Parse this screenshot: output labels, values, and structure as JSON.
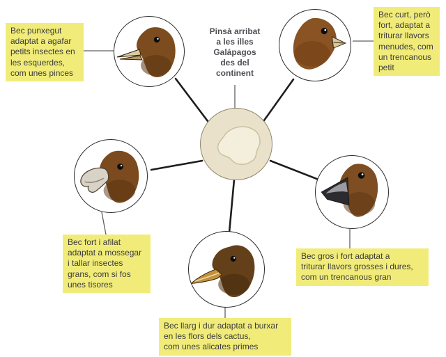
{
  "center": {
    "caption": "Pinsà arribat\na les illes\nGalápagos\ndes del\ncontinent"
  },
  "labels": [
    {
      "id": "bec-punxegut",
      "text": "Bec punxegut\nadaptat a agafar\npetits insectes en\nles esquerdes,\ncom unes pinces"
    },
    {
      "id": "bec-curt",
      "text": "Bec curt, però\nfort, adaptat a\ntriturar llavors\nmenudes, com\nun trencanous\npetit"
    },
    {
      "id": "bec-fort-afilat",
      "text": "Bec fort i afilat\nadaptat a mossegar\ni tallar insectes\ngrans, com si fos\nunes tisores"
    },
    {
      "id": "bec-gros",
      "text": "Bec gros i fort adaptat a\ntriturar llavors grosses i dures,\ncom un trencanous gran"
    },
    {
      "id": "bec-llarg",
      "text": "Bec llarg i dur adaptat a burxar\nen les flors dels cactus,\ncom unes alicates primes"
    }
  ],
  "nodes": [
    {
      "id": "ancestor",
      "icon": "ancestor-finch-silhouette-icon"
    },
    {
      "id": "pointed-beak",
      "icon": "finch-pointed-beak-icon"
    },
    {
      "id": "short-beak",
      "icon": "finch-short-beak-icon"
    },
    {
      "id": "hooked-beak",
      "icon": "finch-hooked-beak-icon"
    },
    {
      "id": "large-beak",
      "icon": "finch-large-dark-beak-icon"
    },
    {
      "id": "long-beak",
      "icon": "finch-long-curved-beak-icon"
    }
  ],
  "colors": {
    "label_bg": "#f1ec7a",
    "label_text": "#3b3b3b",
    "caption_text": "#4e4f54",
    "spoke_line": "#1d1d1d",
    "connector_line": "#5f5f5f",
    "circle_border": "#2b2b2b",
    "central_fill": "#e9e1ca",
    "central_blob": "#f3efdc",
    "finch_brown": "#7c4c1f"
  }
}
